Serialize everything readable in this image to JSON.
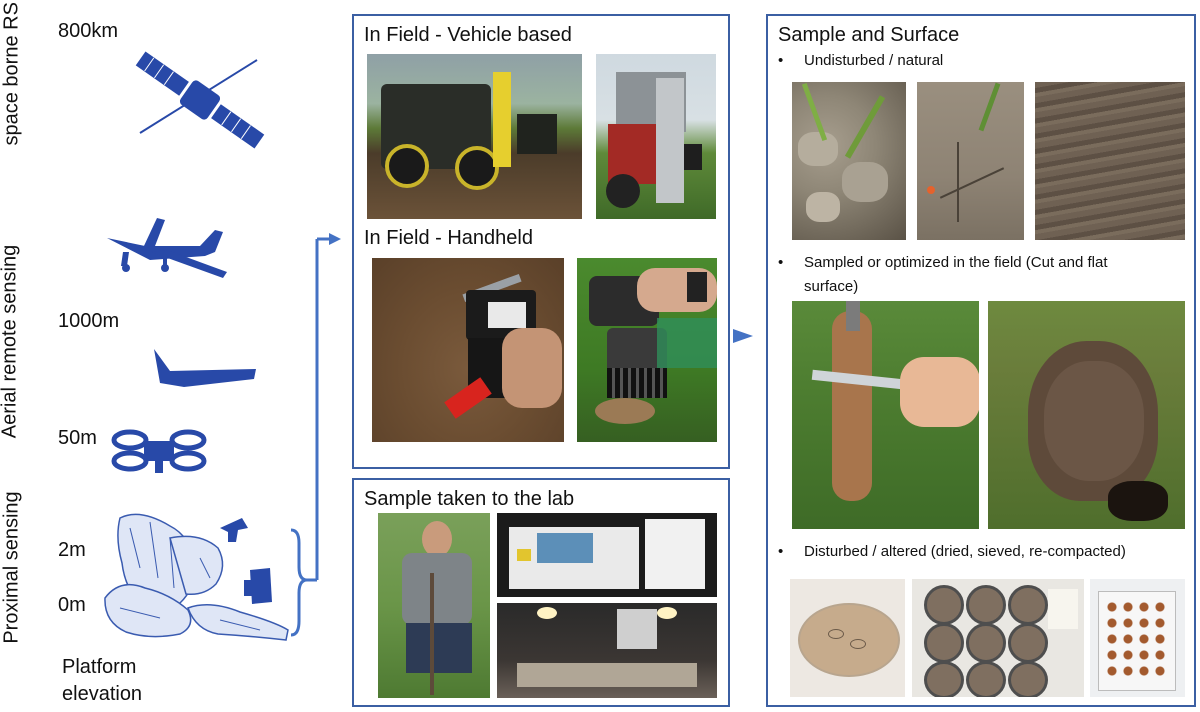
{
  "left": {
    "space_label": "space borne RS",
    "aerial_label": "Aerial remote sensing",
    "proximal_label": "Proximal sensing",
    "elevations": [
      "800km",
      "1000m",
      "50m",
      "2m",
      "0m"
    ],
    "platform_label_line1": "Platform",
    "platform_label_line2": "elevation",
    "icon_color": "#2849a8"
  },
  "middle": {
    "vehicle_title": "In Field - Vehicle based",
    "handheld_title": "In Field - Handheld",
    "lab_title": "Sample taken to the lab"
  },
  "right": {
    "title": "Sample and Surface",
    "bullet_glyph": "•",
    "bullets": [
      "Undisturbed / natural",
      "Sampled or optimized in the field (Cut and flat",
      "surface)",
      "Disturbed / altered (dried, sieved, re-compacted)"
    ]
  },
  "colors": {
    "frame": "#3b5fa3",
    "arrow": "#4472c4"
  }
}
